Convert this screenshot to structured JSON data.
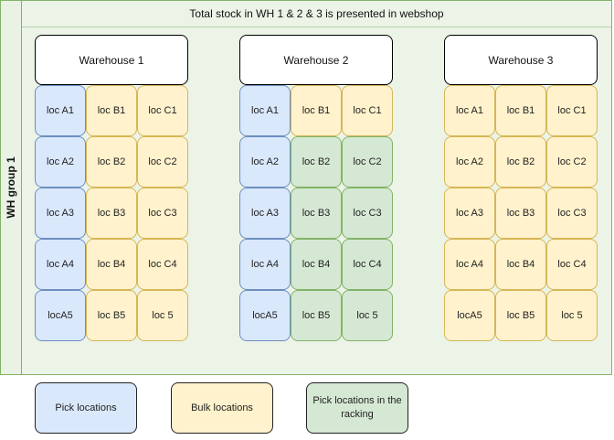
{
  "group": {
    "label": "WH group 1",
    "title": "Total stock in WH 1 & 2 & 3 is presented in webshop"
  },
  "warehouses": [
    {
      "name": "Warehouse 1",
      "columns": [
        {
          "cells": [
            {
              "label": "loc A1",
              "type": "pick"
            },
            {
              "label": "loc A2",
              "type": "pick"
            },
            {
              "label": "loc A3",
              "type": "pick"
            },
            {
              "label": "loc A4",
              "type": "pick"
            },
            {
              "label": "locA5",
              "type": "pick"
            }
          ]
        },
        {
          "cells": [
            {
              "label": "loc B1",
              "type": "bulk"
            },
            {
              "label": "loc B2",
              "type": "bulk"
            },
            {
              "label": "loc B3",
              "type": "bulk"
            },
            {
              "label": "loc B4",
              "type": "bulk"
            },
            {
              "label": "loc B5",
              "type": "bulk"
            }
          ]
        },
        {
          "cells": [
            {
              "label": "loc C1",
              "type": "bulk"
            },
            {
              "label": "loc C2",
              "type": "bulk"
            },
            {
              "label": "loc C3",
              "type": "bulk"
            },
            {
              "label": "loc C4",
              "type": "bulk"
            },
            {
              "label": "loc 5",
              "type": "bulk"
            }
          ]
        }
      ]
    },
    {
      "name": "Warehouse 2",
      "columns": [
        {
          "cells": [
            {
              "label": "loc A1",
              "type": "pick"
            },
            {
              "label": "loc A2",
              "type": "pick"
            },
            {
              "label": "loc A3",
              "type": "pick"
            },
            {
              "label": "loc A4",
              "type": "pick"
            },
            {
              "label": "locA5",
              "type": "pick"
            }
          ]
        },
        {
          "cells": [
            {
              "label": "loc B1",
              "type": "bulk"
            },
            {
              "label": "loc B2",
              "type": "rack"
            },
            {
              "label": "loc B3",
              "type": "rack"
            },
            {
              "label": "loc B4",
              "type": "rack"
            },
            {
              "label": "loc B5",
              "type": "rack"
            }
          ]
        },
        {
          "cells": [
            {
              "label": "loc C1",
              "type": "bulk"
            },
            {
              "label": "loc C2",
              "type": "rack"
            },
            {
              "label": "loc C3",
              "type": "rack"
            },
            {
              "label": "loc C4",
              "type": "rack"
            },
            {
              "label": "loc 5",
              "type": "rack"
            }
          ]
        }
      ]
    },
    {
      "name": "Warehouse 3",
      "columns": [
        {
          "cells": [
            {
              "label": "loc A1",
              "type": "bulk"
            },
            {
              "label": "loc A2",
              "type": "bulk"
            },
            {
              "label": "loc A3",
              "type": "bulk"
            },
            {
              "label": "loc A4",
              "type": "bulk"
            },
            {
              "label": "locA5",
              "type": "bulk"
            }
          ]
        },
        {
          "cells": [
            {
              "label": "loc B1",
              "type": "bulk"
            },
            {
              "label": "loc B2",
              "type": "bulk"
            },
            {
              "label": "loc B3",
              "type": "bulk"
            },
            {
              "label": "loc B4",
              "type": "bulk"
            },
            {
              "label": "loc B5",
              "type": "bulk"
            }
          ]
        },
        {
          "cells": [
            {
              "label": "loc C1",
              "type": "bulk"
            },
            {
              "label": "loc C2",
              "type": "bulk"
            },
            {
              "label": "loc C3",
              "type": "bulk"
            },
            {
              "label": "loc C4",
              "type": "bulk"
            },
            {
              "label": "loc 5",
              "type": "bulk"
            }
          ]
        }
      ]
    }
  ],
  "legend": [
    {
      "label": "Pick locations",
      "type": "pick"
    },
    {
      "label": "Bulk locations",
      "type": "bulk"
    },
    {
      "label": "Pick locations in the racking",
      "type": "rack"
    }
  ],
  "colors": {
    "pick_fill": "#dae8fc",
    "pick_stroke": "#6c8ebf",
    "bulk_fill": "#fff2cc",
    "bulk_stroke": "#d6b656",
    "rack_fill": "#d5e8d4",
    "rack_stroke": "#82b366",
    "group_stroke": "#82b366"
  }
}
